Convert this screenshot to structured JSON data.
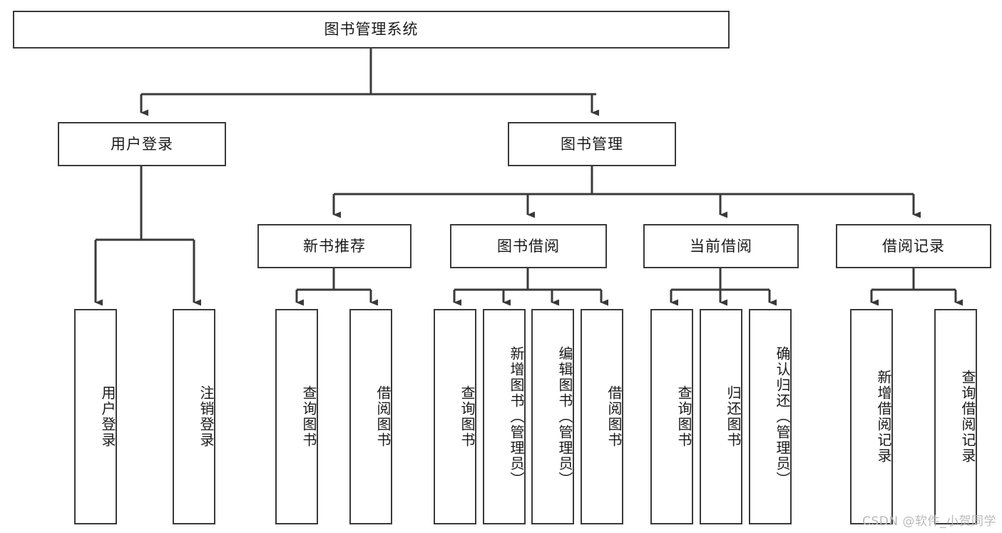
{
  "diagram": {
    "title": "图书管理系统",
    "type": "tree",
    "orientation": "top-down",
    "root": {
      "label": "图书管理系统"
    },
    "level2": [
      {
        "label": "用户登录"
      },
      {
        "label": "图书管理"
      }
    ],
    "level3": [
      {
        "label": "新书推荐"
      },
      {
        "label": "图书借阅"
      },
      {
        "label": "当前借阅"
      },
      {
        "label": "借阅记录"
      }
    ],
    "leaves": {
      "user_login": [
        "用户登录",
        "注销登录"
      ],
      "new_book": [
        "查询图书",
        "借阅图书"
      ],
      "book_borrow": [
        "查询图书",
        "新增图书（管理员）",
        "编辑图书（管理员）",
        "借阅图书"
      ],
      "current_borrow": [
        "查询图书",
        "归还图书",
        "确认归还（管理员）"
      ],
      "borrow_record": [
        "新增借阅记录",
        "查询借阅记录"
      ]
    },
    "colors": {
      "border": "#3a3a3a",
      "background": "#ffffff",
      "text": "#1a1a1a",
      "watermark": "#b9b9b9"
    }
  },
  "watermark": {
    "text": "CSDN @软件_小贺同学"
  }
}
